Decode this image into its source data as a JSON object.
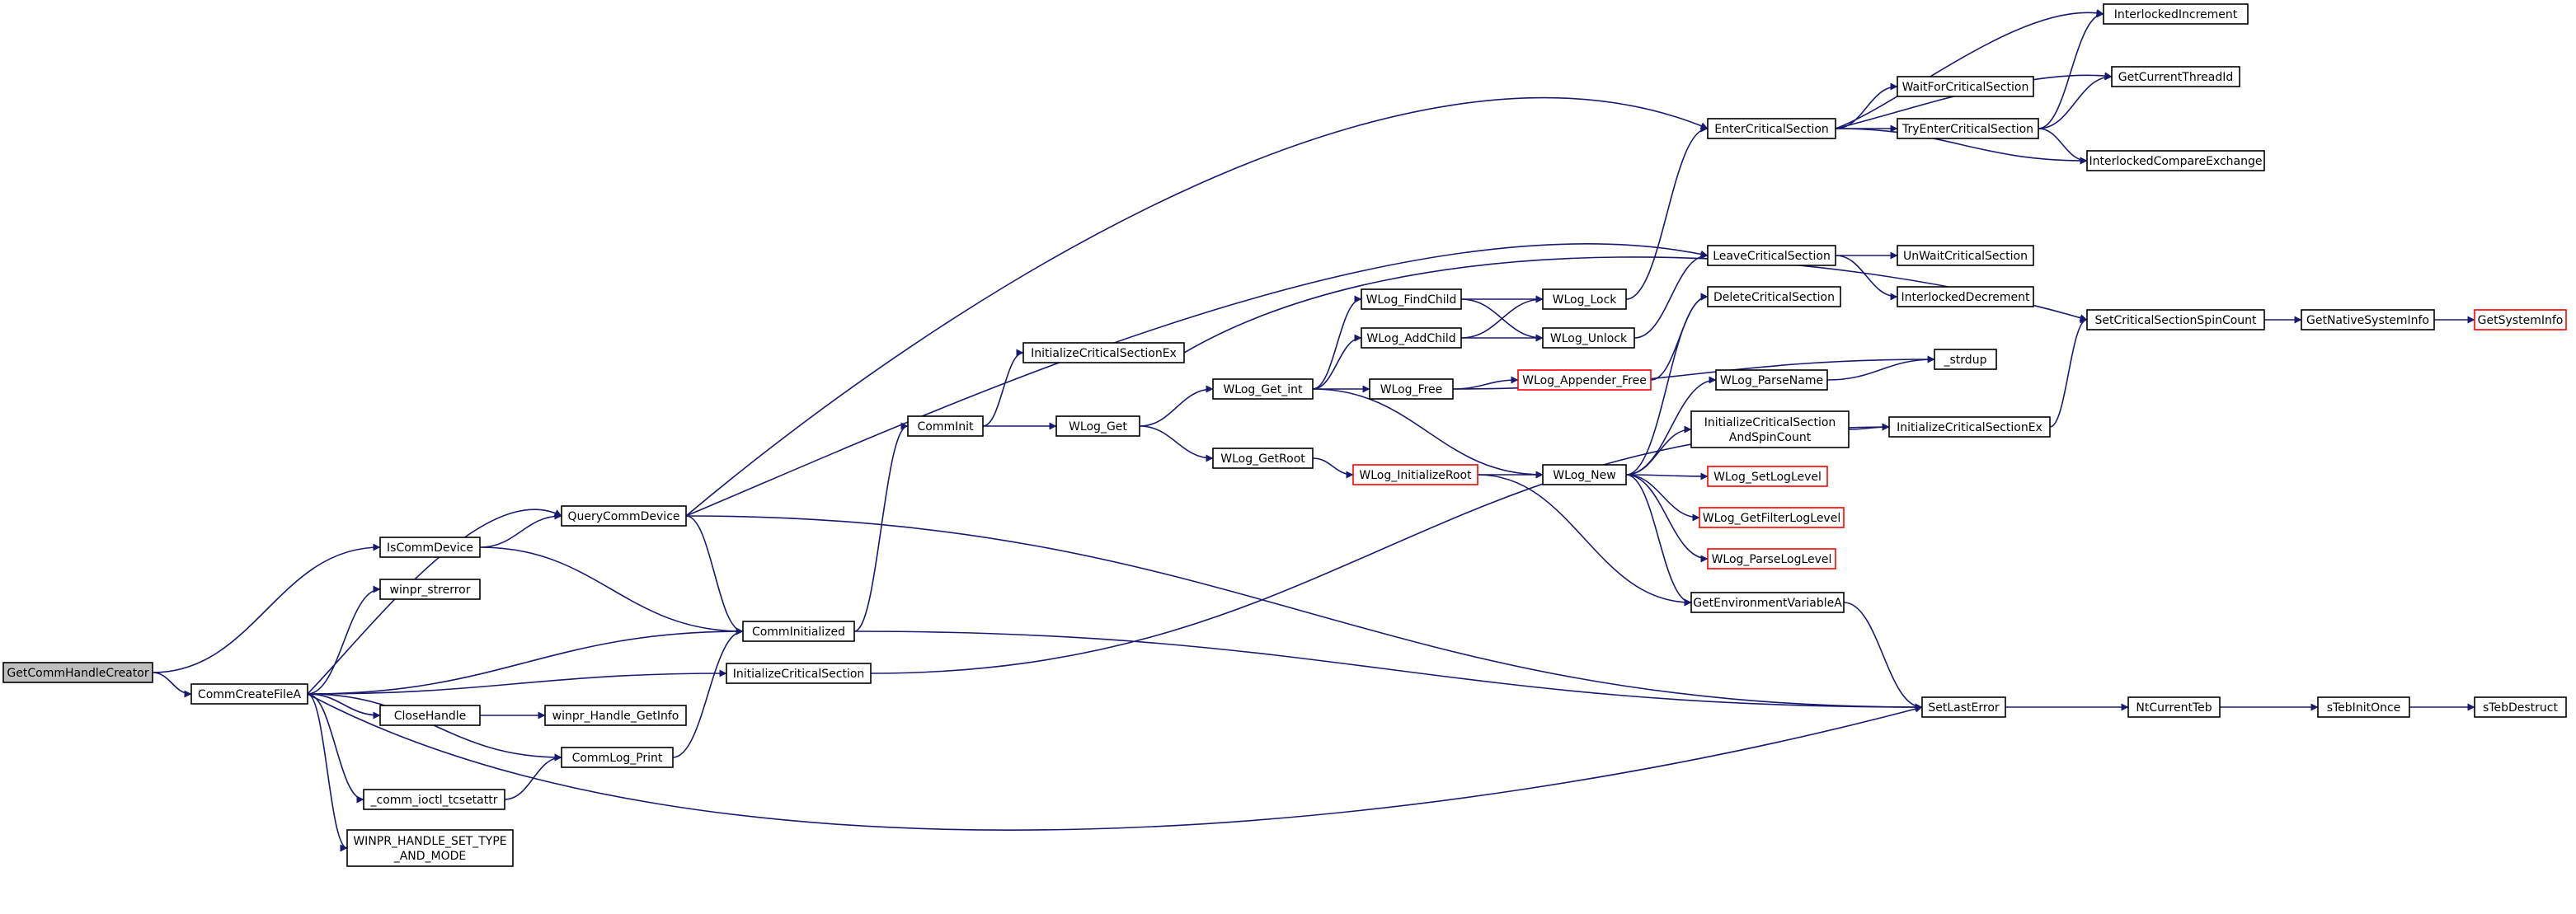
{
  "graph": {
    "nodes": [
      {
        "id": "GetCommHandleCreator",
        "lines": [
          "GetCommHandleCreator"
        ],
        "root": true
      },
      {
        "id": "CommCreateFileA",
        "lines": [
          "CommCreateFileA"
        ]
      },
      {
        "id": "IsCommDevice",
        "lines": [
          "IsCommDevice"
        ]
      },
      {
        "id": "QueryCommDevice",
        "lines": [
          "QueryCommDevice"
        ]
      },
      {
        "id": "winpr_strerror",
        "lines": [
          "winpr_strerror"
        ]
      },
      {
        "id": "CommInitialized",
        "lines": [
          "CommInitialized"
        ]
      },
      {
        "id": "InitializeCriticalSection",
        "lines": [
          "InitializeCriticalSection"
        ]
      },
      {
        "id": "CloseHandle",
        "lines": [
          "CloseHandle"
        ]
      },
      {
        "id": "winpr_Handle_GetInfo",
        "lines": [
          "winpr_Handle_GetInfo"
        ]
      },
      {
        "id": "CommLog_Print",
        "lines": [
          "CommLog_Print"
        ]
      },
      {
        "id": "_comm_ioctl_tcsetattr",
        "lines": [
          "_comm_ioctl_tcsetattr"
        ]
      },
      {
        "id": "WINPR_HANDLE_SET_TYPE_AND_MODE",
        "lines": [
          "WINPR_HANDLE_SET_TYPE",
          "_AND_MODE"
        ]
      },
      {
        "id": "CommInit",
        "lines": [
          "CommInit"
        ]
      },
      {
        "id": "InitializeCriticalSectionEx_1",
        "lines": [
          "InitializeCriticalSectionEx"
        ]
      },
      {
        "id": "WLog_Get",
        "lines": [
          "WLog_Get"
        ]
      },
      {
        "id": "WLog_Get_int",
        "lines": [
          "WLog_Get_int"
        ]
      },
      {
        "id": "WLog_GetRoot",
        "lines": [
          "WLog_GetRoot"
        ]
      },
      {
        "id": "WLog_FindChild",
        "lines": [
          "WLog_FindChild"
        ]
      },
      {
        "id": "WLog_AddChild",
        "lines": [
          "WLog_AddChild"
        ]
      },
      {
        "id": "WLog_Free",
        "lines": [
          "WLog_Free"
        ]
      },
      {
        "id": "WLog_InitializeRoot",
        "lines": [
          "WLog_InitializeRoot"
        ],
        "truncated": true
      },
      {
        "id": "WLog_Lock",
        "lines": [
          "WLog_Lock"
        ]
      },
      {
        "id": "WLog_Unlock",
        "lines": [
          "WLog_Unlock"
        ]
      },
      {
        "id": "WLog_Appender_Free",
        "lines": [
          "WLog_Appender_Free"
        ],
        "truncated": true
      },
      {
        "id": "WLog_New",
        "lines": [
          "WLog_New"
        ]
      },
      {
        "id": "EnterCriticalSection",
        "lines": [
          "EnterCriticalSection"
        ]
      },
      {
        "id": "LeaveCriticalSection",
        "lines": [
          "LeaveCriticalSection"
        ]
      },
      {
        "id": "DeleteCriticalSection",
        "lines": [
          "DeleteCriticalSection"
        ]
      },
      {
        "id": "WLog_ParseName",
        "lines": [
          "WLog_ParseName"
        ]
      },
      {
        "id": "InitializeCriticalSectionAndSpinCount",
        "lines": [
          "InitializeCriticalSection",
          "AndSpinCount"
        ]
      },
      {
        "id": "WLog_SetLogLevel",
        "lines": [
          "WLog_SetLogLevel"
        ],
        "truncated": true
      },
      {
        "id": "WLog_GetFilterLogLevel",
        "lines": [
          "WLog_GetFilterLogLevel"
        ],
        "truncated": true
      },
      {
        "id": "WLog_ParseLogLevel",
        "lines": [
          "WLog_ParseLogLevel"
        ],
        "truncated": true
      },
      {
        "id": "GetEnvironmentVariableA",
        "lines": [
          "GetEnvironmentVariableA"
        ]
      },
      {
        "id": "WaitForCriticalSection",
        "lines": [
          "WaitForCriticalSection"
        ]
      },
      {
        "id": "TryEnterCriticalSection",
        "lines": [
          "TryEnterCriticalSection"
        ]
      },
      {
        "id": "UnWaitCriticalSection",
        "lines": [
          "UnWaitCriticalSection"
        ]
      },
      {
        "id": "InterlockedDecrement",
        "lines": [
          "InterlockedDecrement"
        ]
      },
      {
        "id": "_strdup",
        "lines": [
          "_strdup"
        ]
      },
      {
        "id": "InitializeCriticalSectionEx_2",
        "lines": [
          "InitializeCriticalSectionEx"
        ]
      },
      {
        "id": "SetLastError",
        "lines": [
          "SetLastError"
        ]
      },
      {
        "id": "InterlockedIncrement",
        "lines": [
          "InterlockedIncrement"
        ]
      },
      {
        "id": "GetCurrentThreadId",
        "lines": [
          "GetCurrentThreadId"
        ]
      },
      {
        "id": "InterlockedCompareExchange",
        "lines": [
          "InterlockedCompareExchange"
        ]
      },
      {
        "id": "SetCriticalSectionSpinCount",
        "lines": [
          "SetCriticalSectionSpinCount"
        ]
      },
      {
        "id": "GetNativeSystemInfo",
        "lines": [
          "GetNativeSystemInfo"
        ]
      },
      {
        "id": "GetSystemInfo",
        "lines": [
          "GetSystemInfo"
        ],
        "truncated": true
      },
      {
        "id": "NtCurrentTeb",
        "lines": [
          "NtCurrentTeb"
        ]
      },
      {
        "id": "sTebInitOnce",
        "lines": [
          "sTebInitOnce"
        ]
      },
      {
        "id": "sTebDestruct",
        "lines": [
          "sTebDestruct"
        ]
      }
    ],
    "edges": [
      [
        "GetCommHandleCreator",
        "CommCreateFileA"
      ],
      [
        "GetCommHandleCreator",
        "IsCommDevice"
      ],
      [
        "CommCreateFileA",
        "QueryCommDevice"
      ],
      [
        "CommCreateFileA",
        "winpr_strerror"
      ],
      [
        "CommCreateFileA",
        "CommInitialized"
      ],
      [
        "CommCreateFileA",
        "InitializeCriticalSection"
      ],
      [
        "CommCreateFileA",
        "CloseHandle"
      ],
      [
        "CommCreateFileA",
        "CommLog_Print"
      ],
      [
        "CommCreateFileA",
        "_comm_ioctl_tcsetattr"
      ],
      [
        "CommCreateFileA",
        "WINPR_HANDLE_SET_TYPE_AND_MODE"
      ],
      [
        "CommCreateFileA",
        "SetLastError"
      ],
      [
        "IsCommDevice",
        "QueryCommDevice"
      ],
      [
        "IsCommDevice",
        "CommInitialized"
      ],
      [
        "QueryCommDevice",
        "CommInitialized"
      ],
      [
        "QueryCommDevice",
        "EnterCriticalSection"
      ],
      [
        "QueryCommDevice",
        "LeaveCriticalSection"
      ],
      [
        "QueryCommDevice",
        "SetLastError"
      ],
      [
        "CloseHandle",
        "winpr_Handle_GetInfo"
      ],
      [
        "_comm_ioctl_tcsetattr",
        "CommLog_Print"
      ],
      [
        "CommLog_Print",
        "CommInitialized"
      ],
      [
        "CommInitialized",
        "CommInit"
      ],
      [
        "CommInitialized",
        "SetLastError"
      ],
      [
        "InitializeCriticalSection",
        "InitializeCriticalSectionEx_2"
      ],
      [
        "CommInit",
        "InitializeCriticalSectionEx_1"
      ],
      [
        "CommInit",
        "WLog_Get"
      ],
      [
        "InitializeCriticalSectionEx_1",
        "SetCriticalSectionSpinCount"
      ],
      [
        "WLog_Get",
        "WLog_Get_int"
      ],
      [
        "WLog_Get",
        "WLog_GetRoot"
      ],
      [
        "WLog_Get_int",
        "WLog_FindChild"
      ],
      [
        "WLog_Get_int",
        "WLog_AddChild"
      ],
      [
        "WLog_Get_int",
        "WLog_Free"
      ],
      [
        "WLog_Get_int",
        "WLog_New"
      ],
      [
        "WLog_GetRoot",
        "WLog_InitializeRoot"
      ],
      [
        "WLog_FindChild",
        "WLog_Lock"
      ],
      [
        "WLog_FindChild",
        "WLog_Unlock"
      ],
      [
        "WLog_AddChild",
        "WLog_Lock"
      ],
      [
        "WLog_AddChild",
        "WLog_Unlock"
      ],
      [
        "WLog_Free",
        "WLog_Appender_Free"
      ],
      [
        "WLog_Free",
        "_strdup"
      ],
      [
        "WLog_InitializeRoot",
        "WLog_New"
      ],
      [
        "WLog_InitializeRoot",
        "GetEnvironmentVariableA"
      ],
      [
        "WLog_Lock",
        "EnterCriticalSection"
      ],
      [
        "WLog_Unlock",
        "LeaveCriticalSection"
      ],
      [
        "WLog_Appender_Free",
        "DeleteCriticalSection"
      ],
      [
        "WLog_New",
        "DeleteCriticalSection"
      ],
      [
        "WLog_New",
        "WLog_ParseName"
      ],
      [
        "WLog_New",
        "InitializeCriticalSectionAndSpinCount"
      ],
      [
        "WLog_New",
        "WLog_SetLogLevel"
      ],
      [
        "WLog_New",
        "WLog_GetFilterLogLevel"
      ],
      [
        "WLog_New",
        "WLog_ParseLogLevel"
      ],
      [
        "WLog_New",
        "GetEnvironmentVariableA"
      ],
      [
        "EnterCriticalSection",
        "InterlockedIncrement"
      ],
      [
        "EnterCriticalSection",
        "GetCurrentThreadId"
      ],
      [
        "EnterCriticalSection",
        "WaitForCriticalSection"
      ],
      [
        "EnterCriticalSection",
        "TryEnterCriticalSection"
      ],
      [
        "EnterCriticalSection",
        "InterlockedCompareExchange"
      ],
      [
        "LeaveCriticalSection",
        "UnWaitCriticalSection"
      ],
      [
        "LeaveCriticalSection",
        "InterlockedDecrement"
      ],
      [
        "WLog_ParseName",
        "_strdup"
      ],
      [
        "InitializeCriticalSectionAndSpinCount",
        "InitializeCriticalSectionEx_2"
      ],
      [
        "GetEnvironmentVariableA",
        "SetLastError"
      ],
      [
        "TryEnterCriticalSection",
        "InterlockedIncrement"
      ],
      [
        "TryEnterCriticalSection",
        "GetCurrentThreadId"
      ],
      [
        "TryEnterCriticalSection",
        "InterlockedCompareExchange"
      ],
      [
        "InitializeCriticalSectionEx_2",
        "SetCriticalSectionSpinCount"
      ],
      [
        "SetLastError",
        "NtCurrentTeb"
      ],
      [
        "SetCriticalSectionSpinCount",
        "GetNativeSystemInfo"
      ],
      [
        "GetNativeSystemInfo",
        "GetSystemInfo"
      ],
      [
        "NtCurrentTeb",
        "sTebInitOnce"
      ],
      [
        "sTebInitOnce",
        "sTebDestruct"
      ]
    ]
  },
  "colors": {
    "edge": "#191970",
    "node_border": "#000000",
    "node_fill": "#ffffff",
    "root_fill": "#bfbfbf",
    "truncated_border": "#ff0000"
  }
}
